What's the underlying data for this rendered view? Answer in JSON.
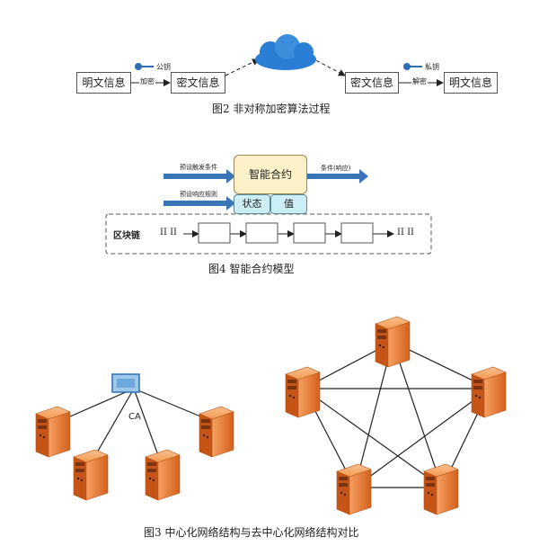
{
  "fig2": {
    "plain_left": "明文信息",
    "encrypt_label": "加密",
    "cipher_left": "密文信息",
    "cipher_right": "密文信息",
    "decrypt_label": "解密",
    "plain_right": "明文信息",
    "public_key_label": "公钥",
    "private_key_label": "私钥",
    "caption": "图2   非对称加密算法过程",
    "colors": {
      "key": "#2e6fb4",
      "cloud": "#2a7fd4"
    }
  },
  "fig4": {
    "trigger_label": "预设触发条件",
    "response_rule_label": "预设响应规则",
    "contract_label": "智能合约",
    "state_label": "状态",
    "value_label": "值",
    "condition_label": "条件(响应)",
    "blockchain_label": "区块链",
    "chain_start": "II II",
    "chain_end": "II II",
    "caption": "图4   智能合约模型",
    "colors": {
      "arrow": "#3a75b8",
      "contract": "#fdf1c9",
      "state": "#cdeef5"
    }
  },
  "fig3": {
    "ca_label": "CA",
    "caption": "图3   中心化网络结构与去中心化网络结构对比",
    "colors": {
      "server": "#e8762c"
    }
  }
}
